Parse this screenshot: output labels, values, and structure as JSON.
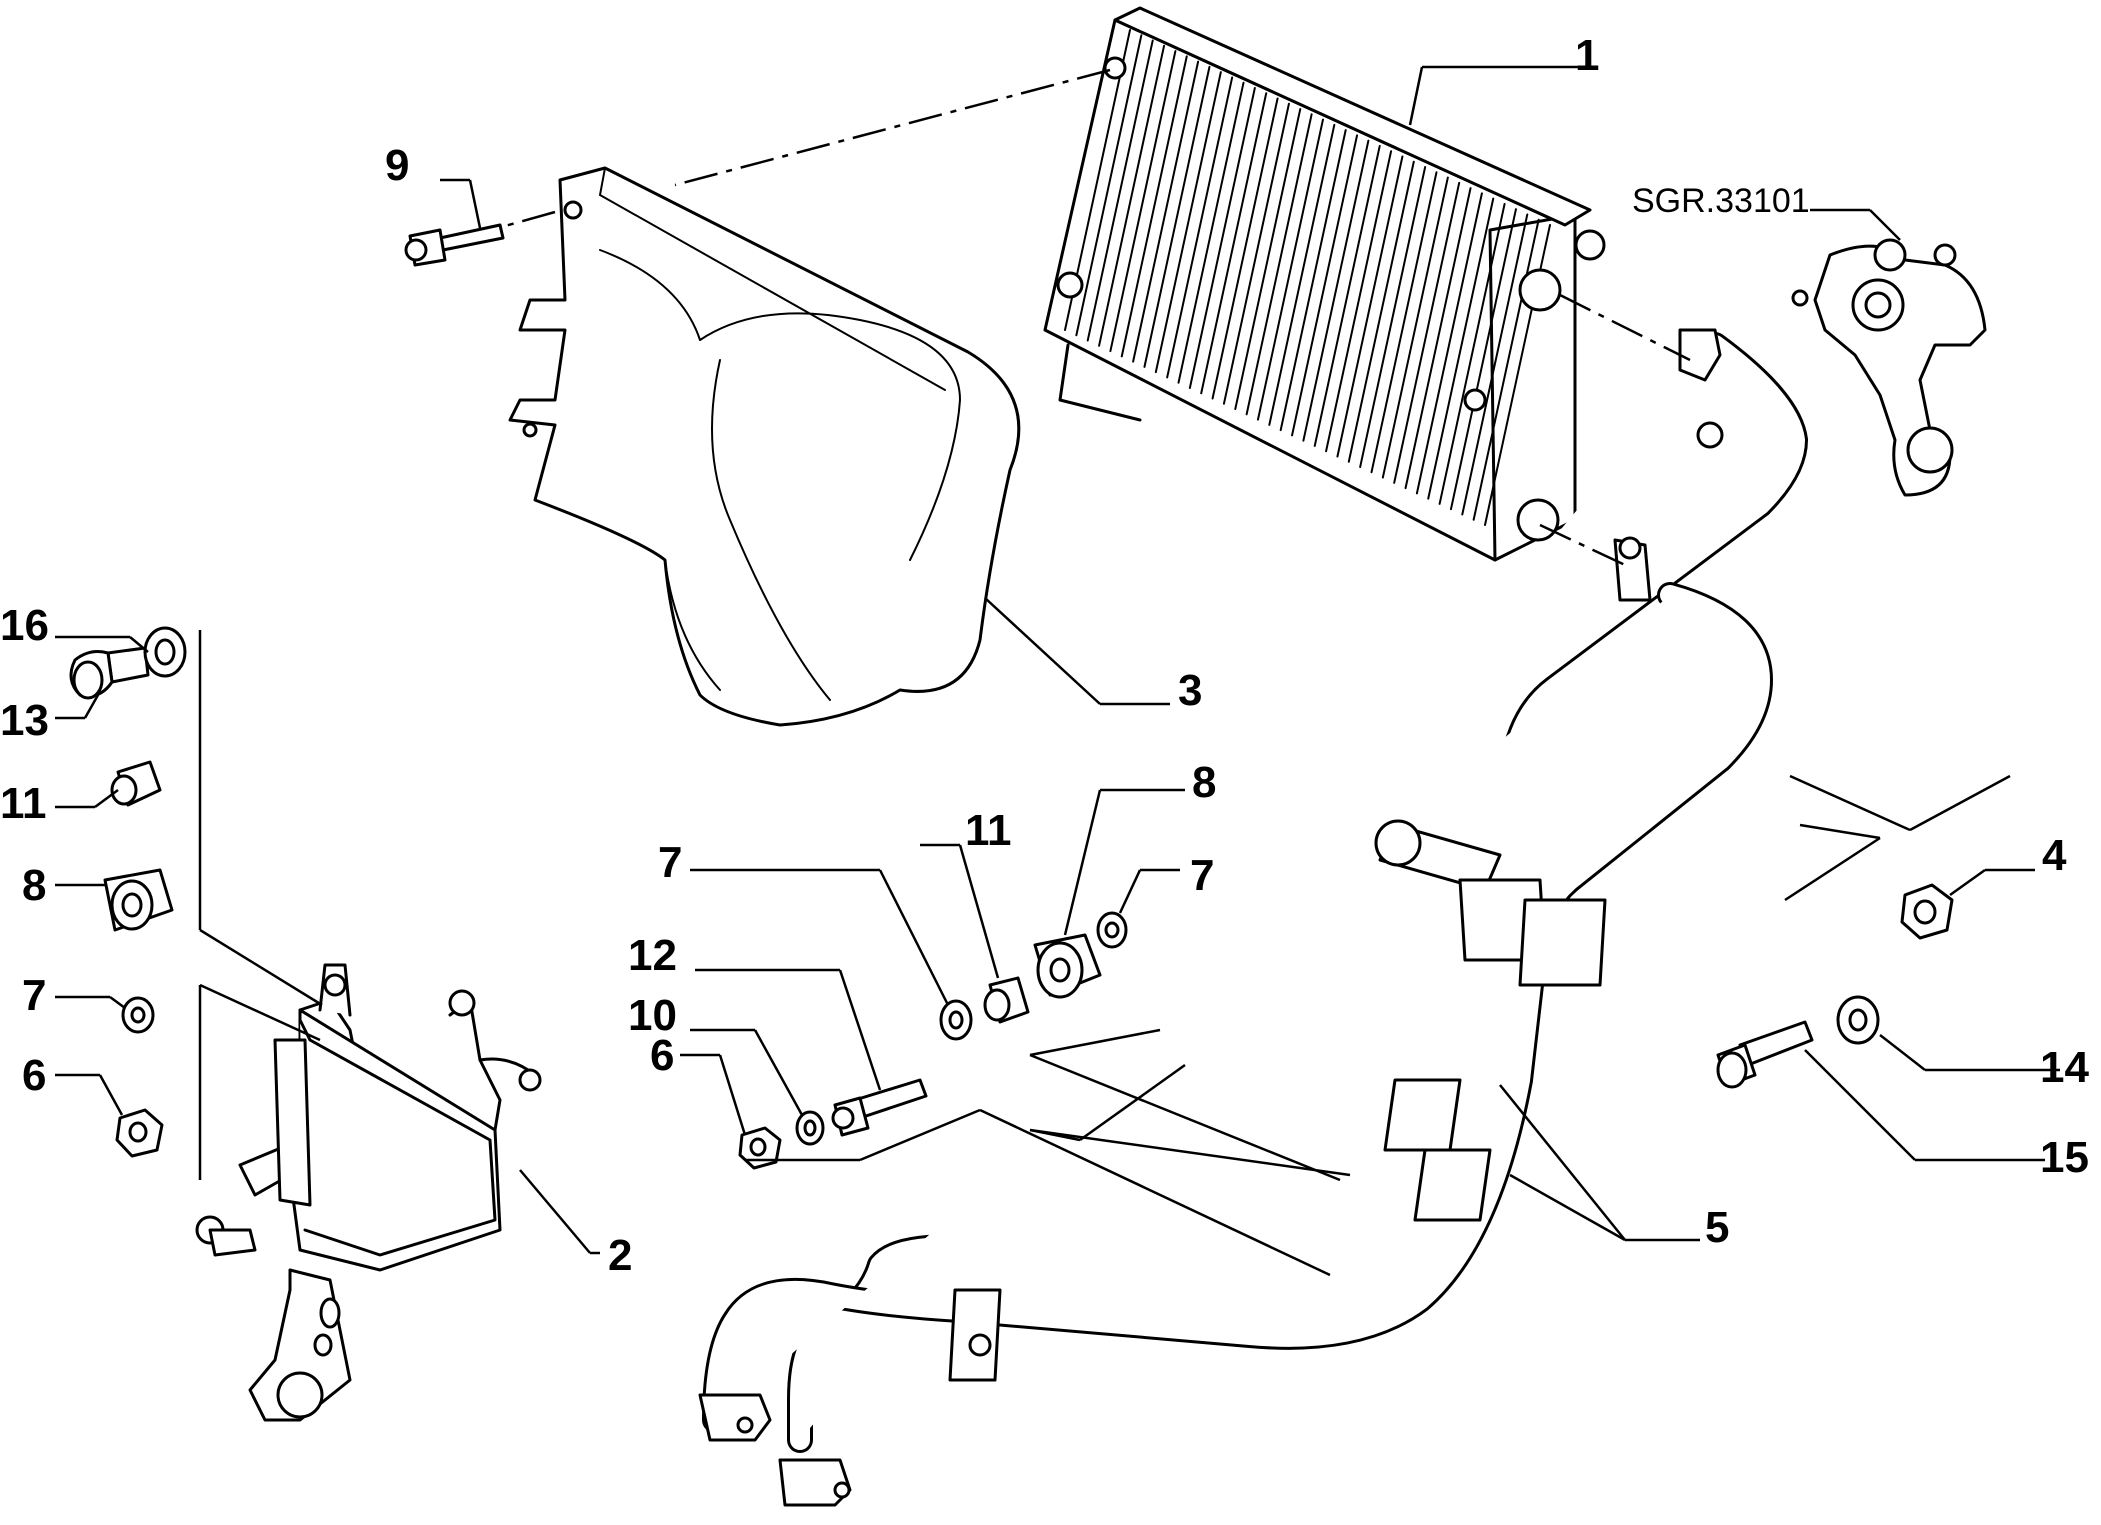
{
  "callouts": [
    {
      "id": "1",
      "text": "1"
    },
    {
      "id": "2",
      "text": "2"
    },
    {
      "id": "3",
      "text": "3"
    },
    {
      "id": "4",
      "text": "4"
    },
    {
      "id": "5",
      "text": "5"
    },
    {
      "id": "6a",
      "text": "6"
    },
    {
      "id": "6b",
      "text": "6"
    },
    {
      "id": "7a",
      "text": "7"
    },
    {
      "id": "7b",
      "text": "7"
    },
    {
      "id": "7c",
      "text": "7"
    },
    {
      "id": "8a",
      "text": "8"
    },
    {
      "id": "8b",
      "text": "8"
    },
    {
      "id": "9",
      "text": "9"
    },
    {
      "id": "10",
      "text": "10"
    },
    {
      "id": "11a",
      "text": "11"
    },
    {
      "id": "11b",
      "text": "11"
    },
    {
      "id": "12",
      "text": "12"
    },
    {
      "id": "13",
      "text": "13"
    },
    {
      "id": "14",
      "text": "14"
    },
    {
      "id": "15",
      "text": "15"
    },
    {
      "id": "16",
      "text": "16"
    }
  ],
  "reference": {
    "text": "SGR.33101"
  },
  "colors": {
    "ink": "#000000",
    "paper": "#ffffff"
  }
}
